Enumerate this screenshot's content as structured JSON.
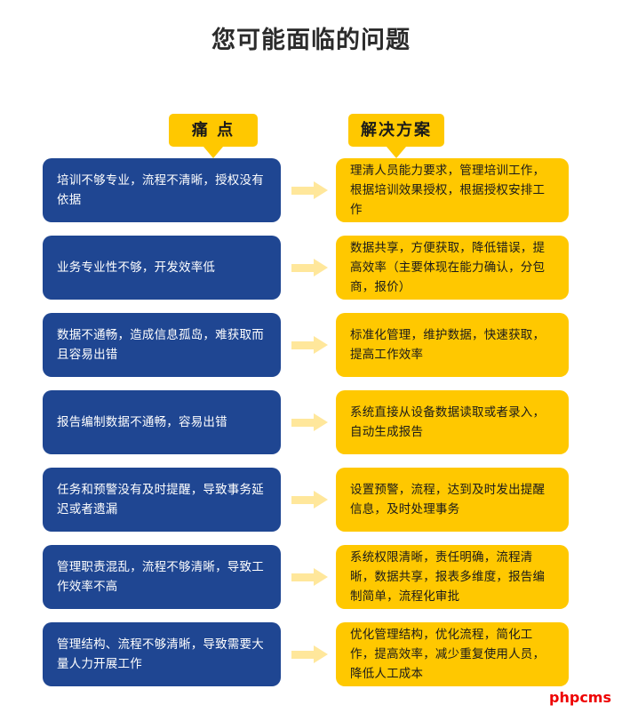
{
  "title": "您可能面临的问题",
  "columns": {
    "pain_label": "痛 点",
    "solution_label": "解决方案"
  },
  "colors": {
    "pain_box": "#1F4692",
    "solution_box": "#FFC800",
    "badge": "#FFC800",
    "arrow": "#FFE79B",
    "title_text": "#2b2b2b",
    "watermark": "#ee0000"
  },
  "arrow_icon": "arrow-right-icon",
  "rows": [
    {
      "pain": "培训不够专业，流程不清晰，授权没有依据",
      "solution": "理清人员能力要求，管理培训工作，根据培训效果授权，根据授权安排工作"
    },
    {
      "pain": "业务专业性不够，开发效率低",
      "solution": "数据共享，方便获取，降低错误，提高效率（主要体现在能力确认，分包商，报价）"
    },
    {
      "pain": "数据不通畅，造成信息孤岛，难获取而且容易出错",
      "solution": "标准化管理，维护数据，快速获取，提高工作效率"
    },
    {
      "pain": "报告编制数据不通畅，容易出错",
      "solution": "系统直接从设备数据读取或者录入，自动生成报告"
    },
    {
      "pain": "任务和预警没有及时提醒，导致事务延迟或者遗漏",
      "solution": "设置预警，流程，达到及时发出提醒信息，及时处理事务"
    },
    {
      "pain": "管理职责混乱，流程不够清晰，导致工作效率不高",
      "solution": "系统权限清晰，责任明确，流程清晰，数据共享，报表多维度，报告编制简单，流程化审批"
    },
    {
      "pain": "管理结构、流程不够清晰，导致需要大量人力开展工作",
      "solution": "优化管理结构，优化流程，简化工作，提高效率，减少重复使用人员，降低人工成本"
    }
  ],
  "watermark": "phpcms"
}
